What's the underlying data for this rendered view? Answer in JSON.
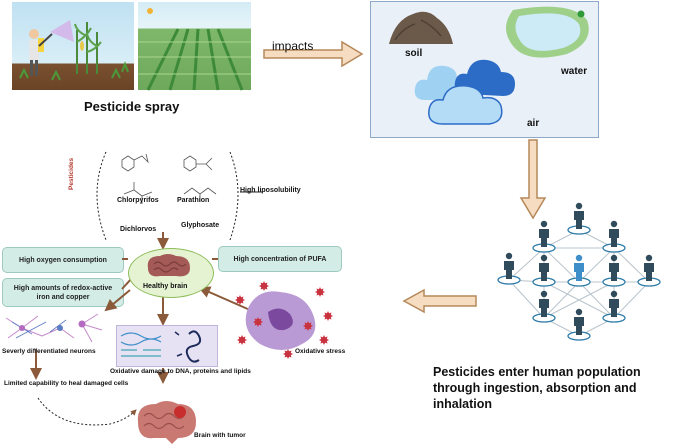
{
  "top": {
    "pesticide_label": "Pesticide spray",
    "impacts_label": "impacts",
    "environment": {
      "soil": "soil",
      "water": "water",
      "air": "air"
    }
  },
  "population": {
    "caption_line1": "Pesticides enter human population",
    "caption_line2": "through ingestion, absorption and",
    "caption_line3": "inhalation"
  },
  "mechanism": {
    "pesticides_label": "Pesticides",
    "chemicals": [
      "Chlorpyrifos",
      "Parathion",
      "Dichlorvos",
      "Glyphosate"
    ],
    "high_liposolubility": "High liposolubility",
    "high_oxygen": "High oxygen consumption",
    "high_pufa": "High concentration of PUFA",
    "redox_line1": "High amounts of redox-active",
    "redox_line2": "iron and copper",
    "healthy_brain": "Healthy brain",
    "neurons": "Severly differentiated neurons",
    "oxidative_damage": "Oxidative damage to DNA, proteins and lipids",
    "oxidative_stress": "Oxidative stress",
    "limited_heal": "Limited capability to heal damaged cells",
    "brain_tumor": "Brain with tumor"
  },
  "colors": {
    "arrow_fill": "#f6dcc0",
    "arrow_stroke": "#b5895b",
    "env_box_bg": "#e9f0f8",
    "env_box_border": "#8ea9c8",
    "person": "#2f4b5c",
    "person_highlight": "#3e8fc9",
    "node_ring": "#2d7ba8",
    "network_line": "#b9c4cc",
    "box_green": "#d3ede6",
    "brain": "#a45b58",
    "tumor": "#c92e2e",
    "ros": "#c8333f",
    "cell": "#b99ad4"
  }
}
